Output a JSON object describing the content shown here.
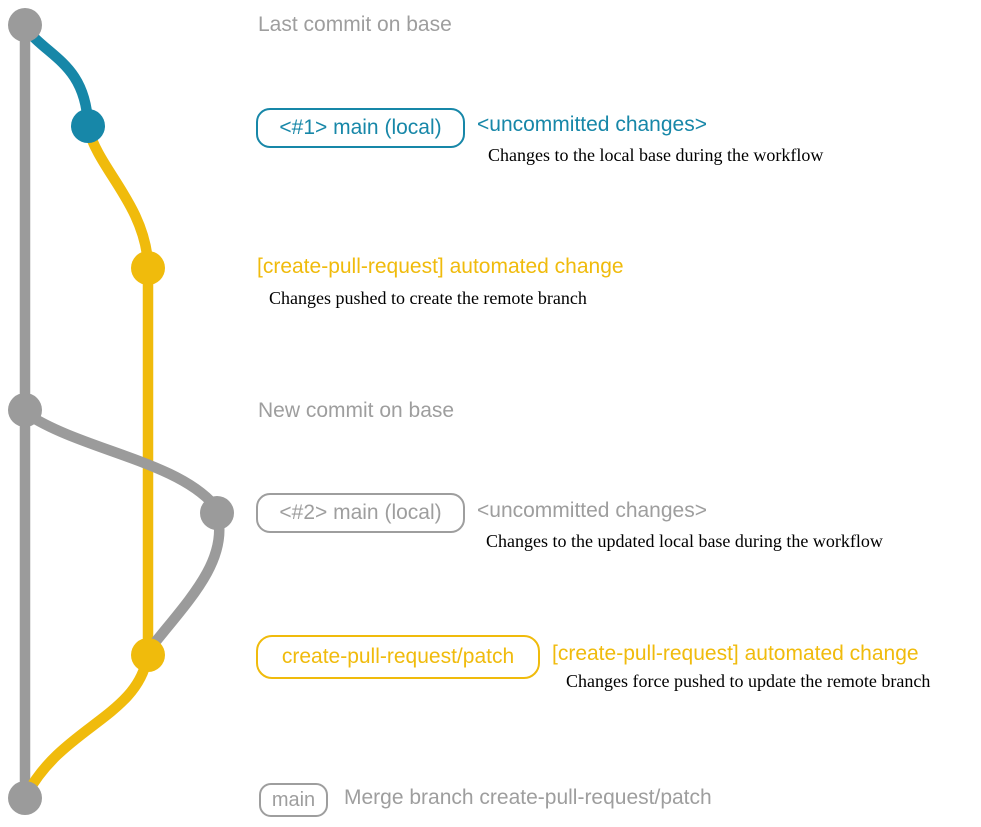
{
  "colors": {
    "teal": "#1787a8",
    "yellow": "#f0bb0c",
    "gray-graph": "#9b9b9b",
    "gray-text": "#9e9e9e",
    "black": "#000000",
    "bg": "#ffffff"
  },
  "labels": {
    "last_commit": "Last commit on base",
    "new_commit": "New commit on base",
    "row1": {
      "badge": "<#1> main (local)",
      "title": "<uncommitted changes>",
      "caption": "Changes to the local base during the workflow"
    },
    "row2": {
      "title": "[create-pull-request] automated change",
      "caption": "Changes pushed to create the remote branch"
    },
    "row3": {
      "badge": "<#2> main (local)",
      "title": "<uncommitted changes>",
      "caption": "Changes to the updated local base during the workflow"
    },
    "row4": {
      "badge": "create-pull-request/patch",
      "title": "[create-pull-request] automated change",
      "caption": "Changes force pushed to update the remote branch"
    },
    "row5": {
      "badge": "main",
      "title": "Merge branch create-pull-request/patch"
    }
  },
  "graph": {
    "commit_dots": [
      "gray",
      "teal",
      "yellow",
      "gray",
      "gray",
      "yellow",
      "gray"
    ],
    "branches": {
      "base": "#9b9b9b",
      "local_uncommitted_1": "#1787a8",
      "create_pull_request_patch": "#f0bb0c",
      "local_uncommitted_2": "#9b9b9b"
    }
  }
}
